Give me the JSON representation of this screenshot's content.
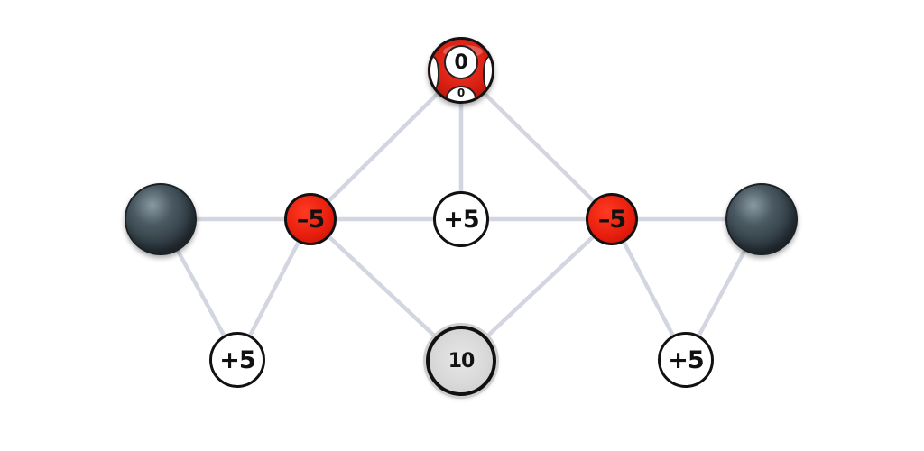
{
  "board": {
    "token": {
      "value": "0",
      "bottom_value": "0",
      "color": "#e0190c"
    },
    "nodes": [
      {
        "id": "n-left-red",
        "label": "–5",
        "kind": "red"
      },
      {
        "id": "n-center",
        "label": "+5",
        "kind": "white"
      },
      {
        "id": "n-right-red",
        "label": "–5",
        "kind": "red"
      },
      {
        "id": "n-bl",
        "label": "+5",
        "kind": "white"
      },
      {
        "id": "n-bottom",
        "label": "10",
        "kind": "grey"
      },
      {
        "id": "n-br",
        "label": "+5",
        "kind": "white"
      }
    ],
    "edge_color": "#d3d6e0",
    "red_color": "#e61d0c",
    "sphere_color": "#2e3a41"
  }
}
